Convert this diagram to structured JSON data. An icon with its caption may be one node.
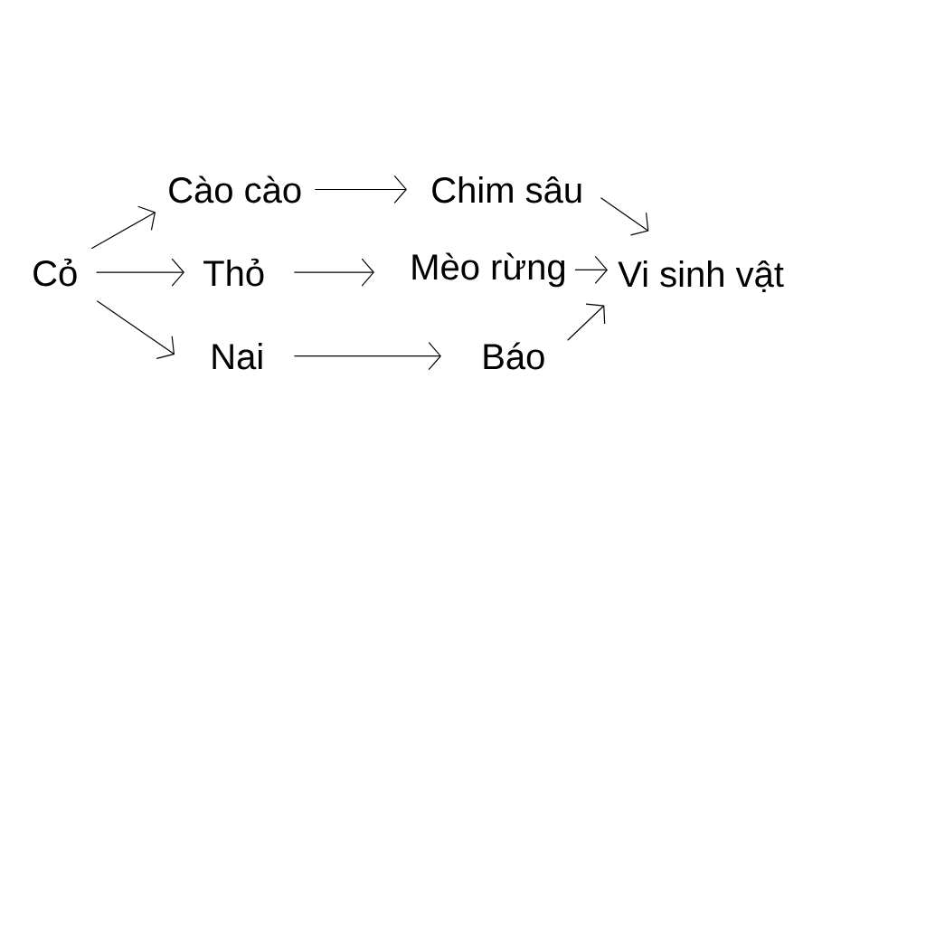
{
  "diagram": {
    "nodes": [
      {
        "text": [
          "Cỏ"
        ]
      },
      {
        "text": [
          "Cào cào"
        ]
      },
      {
        "text": [
          "Thỏ"
        ]
      },
      {
        "text": [
          "Nai"
        ]
      },
      {
        "text": [
          "Chim sâu"
        ]
      },
      {
        "text": [
          "Mèo rừng"
        ]
      },
      {
        "text": [
          "Báo"
        ]
      },
      {
        "text": [
          "Vi sinh vật"
        ]
      }
    ],
    "edges": [
      {
        "from": 0,
        "to": 1,
        "arrow": "to"
      },
      {
        "from": 0,
        "to": 2,
        "arrow": "to"
      },
      {
        "from": 0,
        "to": 3,
        "arrow": "to"
      },
      {
        "from": 1,
        "to": 4,
        "arrow": "to"
      },
      {
        "from": 2,
        "to": 5,
        "arrow": "to"
      },
      {
        "from": 3,
        "to": 6,
        "arrow": "to"
      },
      {
        "from": 4,
        "to": 7,
        "arrow": "to"
      },
      {
        "from": 5,
        "to": 7,
        "arrow": "to"
      },
      {
        "from": 6,
        "to": 7,
        "arrow": "to"
      }
    ]
  }
}
